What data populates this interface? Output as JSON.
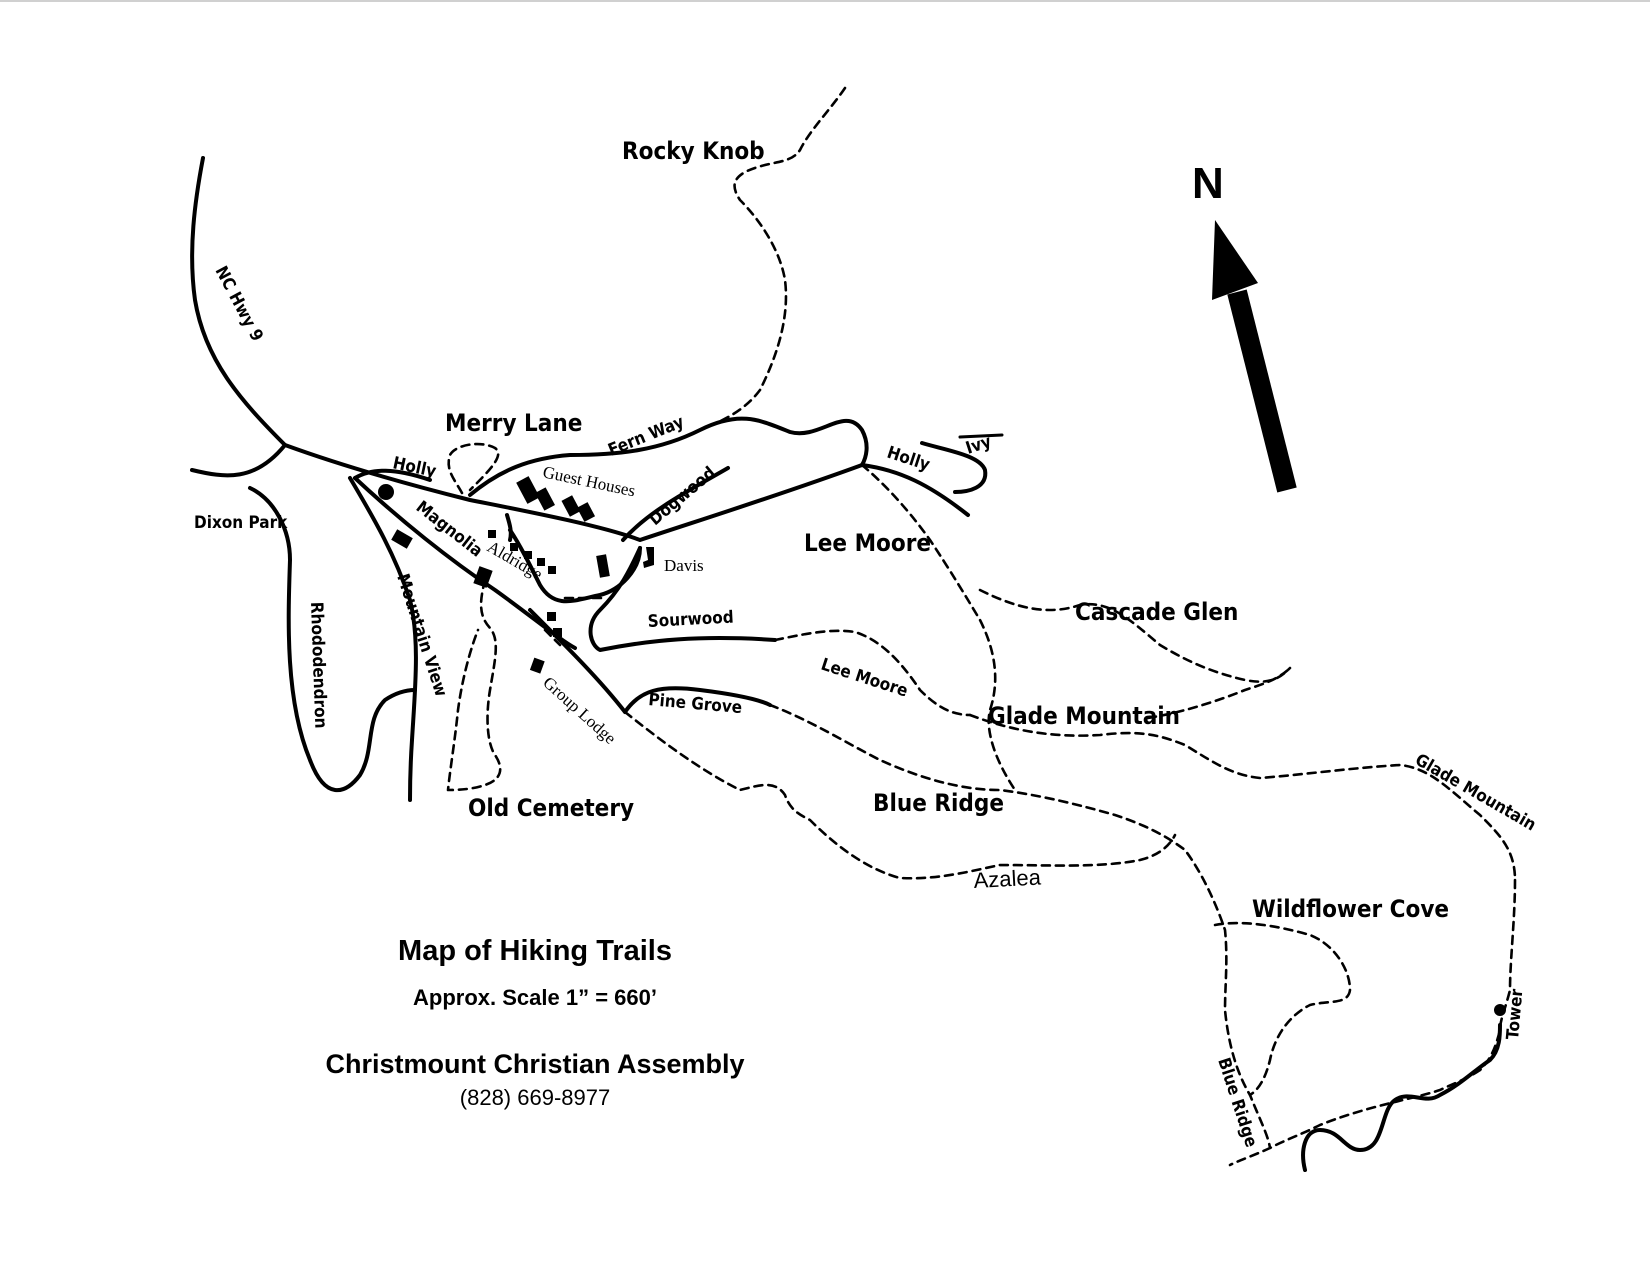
{
  "map": {
    "north_label": "N",
    "labels": {
      "rocky_knob": "Rocky  Knob",
      "nc_hwy_9": "NC Hwy 9",
      "merry_lane": "Merry  Lane",
      "fern_way": "Fern Way",
      "holly_west": "Holly",
      "holly_east": "Holly",
      "ivy": "Ivy",
      "guest_houses": "Guest Houses",
      "dogwood": "Dogwood",
      "dixon_park": "Dixon  Park",
      "magnolia": "Magnolia",
      "aldridge": "Aldridge",
      "davis": "Davis",
      "lee_moore_north": "Lee  Moore",
      "lee_moore_south": "Lee  Moore",
      "cascade_glen": "Cascade  Glen",
      "sourwood": "Sourwood",
      "mountain_view": "Mountain  View",
      "rhododendron": "Rhododendron",
      "glade_mountain": "Glade  Mountain",
      "glade_mountain_east": "Glade  Mountain",
      "pine_grove": "Pine Grove",
      "group_lodge": "Group Lodge",
      "old_cemetery": "Old  Cemetery",
      "blue_ridge": "Blue  Ridge",
      "blue_ridge_south": "Blue  Ridge",
      "azalea": "Azalea",
      "wildflower_cove": "Wildflower  Cove",
      "tower": "Tower"
    }
  },
  "legend": {
    "title": "Map of Hiking Trails",
    "scale": "Approx. Scale  1” = 660’",
    "organization": "Christmount Christian Assembly",
    "phone": "(828) 669-8977"
  }
}
